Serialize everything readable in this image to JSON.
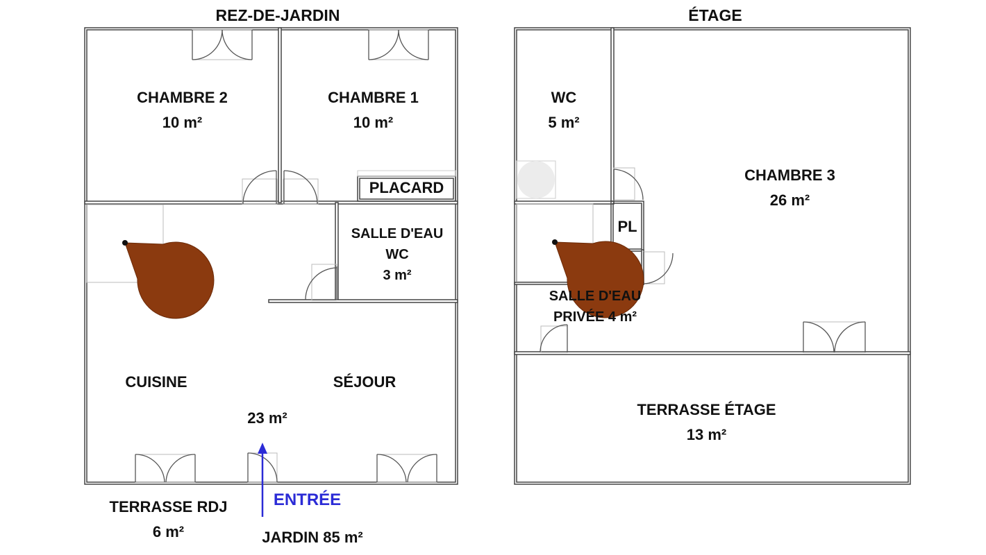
{
  "titles": {
    "ground_floor": "REZ-DE-JARDIN",
    "upper_floor": "ÉTAGE"
  },
  "ground": {
    "chambre2": {
      "name": "CHAMBRE 2",
      "area": "10 m²"
    },
    "chambre1": {
      "name": "CHAMBRE 1",
      "area": "10 m²"
    },
    "placard": {
      "name": "PLACARD"
    },
    "salle_eau": {
      "line1": "SALLE D'EAU",
      "line2": "WC",
      "area": "3 m²"
    },
    "cuisine": {
      "name": "CUISINE"
    },
    "sejour": {
      "name": "SÉJOUR",
      "area": "23 m²"
    },
    "terrasse": {
      "name": "TERRASSE RDJ",
      "area": "6 m²"
    },
    "entree": {
      "label": "ENTRÉE"
    },
    "jardin": {
      "label": "JARDIN 85 m²"
    }
  },
  "upper": {
    "wc": {
      "name": "WC",
      "area": "5 m²"
    },
    "chambre3": {
      "name": "CHAMBRE 3",
      "area": "26 m²"
    },
    "pl": {
      "name": "PL"
    },
    "salle_eau_privee": {
      "line1": "SALLE D'EAU",
      "line2": "PRIVÉE 4 m²"
    },
    "terrasse": {
      "name": "TERRASSE ÉTAGE",
      "area": "13 m²"
    }
  },
  "colors": {
    "stair": "#8b3a0f",
    "entry_arrow": "#2b2bd6",
    "wall": "#444444",
    "fixture": "#ececec"
  }
}
